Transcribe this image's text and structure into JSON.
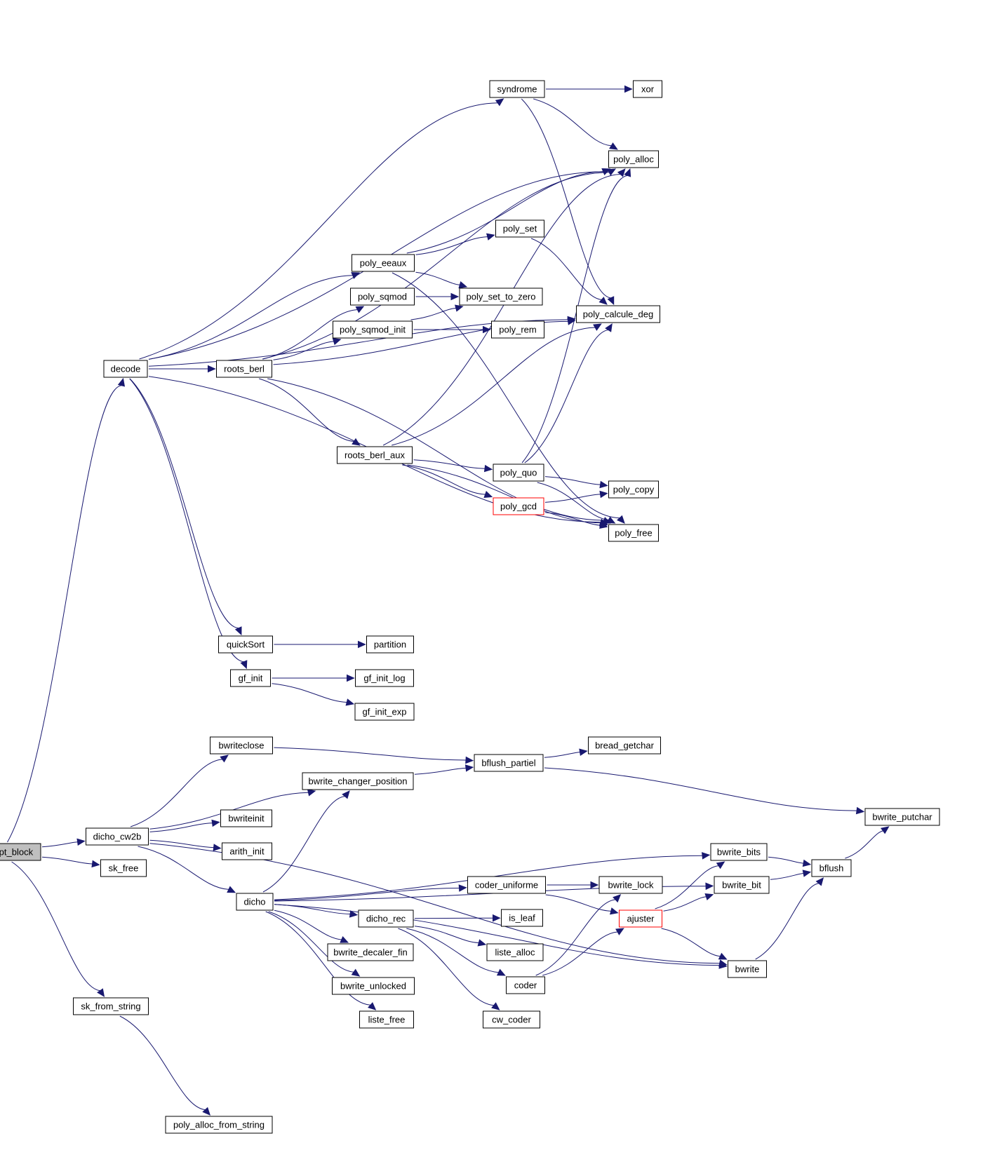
{
  "colors": {
    "edge": "#191970",
    "root_fill": "#bfbfbf",
    "truncated_border": "#ff0000"
  },
  "nodes": [
    {
      "id": "decrypt_block",
      "label": "decrypt_block",
      "style": "root"
    },
    {
      "id": "decode",
      "label": "decode"
    },
    {
      "id": "dicho_cw2b",
      "label": "dicho_cw2b"
    },
    {
      "id": "sk_free",
      "label": "sk_free"
    },
    {
      "id": "sk_from_string",
      "label": "sk_from_string"
    },
    {
      "id": "poly_alloc_from_string",
      "label": "poly_alloc_from_string"
    },
    {
      "id": "syndrome",
      "label": "syndrome"
    },
    {
      "id": "xor",
      "label": "xor"
    },
    {
      "id": "poly_alloc",
      "label": "poly_alloc"
    },
    {
      "id": "poly_set",
      "label": "poly_set"
    },
    {
      "id": "poly_eeaux",
      "label": "poly_eeaux"
    },
    {
      "id": "poly_sqmod",
      "label": "poly_sqmod"
    },
    {
      "id": "poly_set_to_zero",
      "label": "poly_set_to_zero"
    },
    {
      "id": "poly_calcule_deg",
      "label": "poly_calcule_deg"
    },
    {
      "id": "poly_sqmod_init",
      "label": "poly_sqmod_init"
    },
    {
      "id": "poly_rem",
      "label": "poly_rem"
    },
    {
      "id": "roots_berl",
      "label": "roots_berl"
    },
    {
      "id": "roots_berl_aux",
      "label": "roots_berl_aux"
    },
    {
      "id": "poly_quo",
      "label": "poly_quo"
    },
    {
      "id": "poly_copy",
      "label": "poly_copy"
    },
    {
      "id": "poly_gcd",
      "label": "poly_gcd",
      "style": "truncated"
    },
    {
      "id": "poly_free",
      "label": "poly_free"
    },
    {
      "id": "quickSort",
      "label": "quickSort"
    },
    {
      "id": "partition",
      "label": "partition"
    },
    {
      "id": "gf_init",
      "label": "gf_init"
    },
    {
      "id": "gf_init_log",
      "label": "gf_init_log"
    },
    {
      "id": "gf_init_exp",
      "label": "gf_init_exp"
    },
    {
      "id": "bwriteclose",
      "label": "bwriteclose"
    },
    {
      "id": "bflush_partiel",
      "label": "bflush_partiel"
    },
    {
      "id": "bread_getchar",
      "label": "bread_getchar"
    },
    {
      "id": "bwrite_changer_position",
      "label": "bwrite_changer_position"
    },
    {
      "id": "bwrite_putchar",
      "label": "bwrite_putchar"
    },
    {
      "id": "bwriteinit",
      "label": "bwriteinit"
    },
    {
      "id": "arith_init",
      "label": "arith_init"
    },
    {
      "id": "dicho",
      "label": "dicho"
    },
    {
      "id": "bwrite_bits",
      "label": "bwrite_bits"
    },
    {
      "id": "bflush",
      "label": "bflush"
    },
    {
      "id": "bwrite_bit",
      "label": "bwrite_bit"
    },
    {
      "id": "coder_uniforme",
      "label": "coder_uniforme"
    },
    {
      "id": "bwrite_lock",
      "label": "bwrite_lock"
    },
    {
      "id": "ajuster",
      "label": "ajuster",
      "style": "truncated"
    },
    {
      "id": "dicho_rec",
      "label": "dicho_rec"
    },
    {
      "id": "is_leaf",
      "label": "is_leaf"
    },
    {
      "id": "liste_alloc",
      "label": "liste_alloc"
    },
    {
      "id": "bwrite_decaler_fin",
      "label": "bwrite_decaler_fin"
    },
    {
      "id": "coder",
      "label": "coder"
    },
    {
      "id": "bwrite",
      "label": "bwrite"
    },
    {
      "id": "bwrite_unlocked",
      "label": "bwrite_unlocked"
    },
    {
      "id": "liste_free",
      "label": "liste_free"
    },
    {
      "id": "cw_coder",
      "label": "cw_coder"
    }
  ],
  "edges": [
    [
      "decrypt_block",
      "decode"
    ],
    [
      "decrypt_block",
      "dicho_cw2b"
    ],
    [
      "decrypt_block",
      "sk_free"
    ],
    [
      "decrypt_block",
      "sk_from_string"
    ],
    [
      "sk_from_string",
      "poly_alloc_from_string"
    ],
    [
      "decode",
      "syndrome"
    ],
    [
      "decode",
      "poly_alloc"
    ],
    [
      "decode",
      "poly_eeaux"
    ],
    [
      "decode",
      "poly_calcule_deg"
    ],
    [
      "decode",
      "roots_berl"
    ],
    [
      "decode",
      "poly_free"
    ],
    [
      "decode",
      "quickSort"
    ],
    [
      "decode",
      "gf_init"
    ],
    [
      "syndrome",
      "xor"
    ],
    [
      "syndrome",
      "poly_alloc"
    ],
    [
      "syndrome",
      "poly_calcule_deg"
    ],
    [
      "poly_eeaux",
      "poly_set"
    ],
    [
      "poly_eeaux",
      "poly_alloc"
    ],
    [
      "poly_eeaux",
      "poly_set_to_zero"
    ],
    [
      "poly_eeaux",
      "poly_free"
    ],
    [
      "poly_set",
      "poly_calcule_deg"
    ],
    [
      "poly_sqmod",
      "poly_set_to_zero"
    ],
    [
      "poly_sqmod_init",
      "poly_set_to_zero"
    ],
    [
      "poly_sqmod_init",
      "poly_rem"
    ],
    [
      "roots_berl",
      "poly_sqmod"
    ],
    [
      "roots_berl",
      "poly_sqmod_init"
    ],
    [
      "roots_berl",
      "poly_alloc"
    ],
    [
      "roots_berl",
      "poly_calcule_deg"
    ],
    [
      "roots_berl",
      "roots_berl_aux"
    ],
    [
      "roots_berl",
      "poly_free"
    ],
    [
      "roots_berl_aux",
      "poly_alloc"
    ],
    [
      "roots_berl_aux",
      "poly_calcule_deg"
    ],
    [
      "roots_berl_aux",
      "poly_quo"
    ],
    [
      "roots_berl_aux",
      "poly_gcd"
    ],
    [
      "roots_berl_aux",
      "poly_free"
    ],
    [
      "poly_quo",
      "poly_alloc"
    ],
    [
      "poly_quo",
      "poly_calcule_deg"
    ],
    [
      "poly_quo",
      "poly_copy"
    ],
    [
      "poly_quo",
      "poly_free"
    ],
    [
      "poly_gcd",
      "poly_copy"
    ],
    [
      "poly_gcd",
      "poly_free"
    ],
    [
      "quickSort",
      "partition"
    ],
    [
      "gf_init",
      "gf_init_log"
    ],
    [
      "gf_init",
      "gf_init_exp"
    ],
    [
      "dicho_cw2b",
      "bwriteclose"
    ],
    [
      "dicho_cw2b",
      "bwrite_changer_position"
    ],
    [
      "dicho_cw2b",
      "bwriteinit"
    ],
    [
      "dicho_cw2b",
      "arith_init"
    ],
    [
      "dicho_cw2b",
      "dicho"
    ],
    [
      "dicho_cw2b",
      "bwrite"
    ],
    [
      "bwriteclose",
      "bflush_partiel"
    ],
    [
      "bflush_partiel",
      "bread_getchar"
    ],
    [
      "bflush_partiel",
      "bwrite_putchar"
    ],
    [
      "bwrite_changer_position",
      "bflush_partiel"
    ],
    [
      "dicho",
      "bwrite_changer_position"
    ],
    [
      "dicho",
      "bwrite_bits"
    ],
    [
      "dicho",
      "bwrite_bit"
    ],
    [
      "dicho",
      "coder_uniforme"
    ],
    [
      "dicho",
      "dicho_rec"
    ],
    [
      "dicho",
      "bwrite_decaler_fin"
    ],
    [
      "dicho",
      "bwrite_unlocked"
    ],
    [
      "dicho",
      "liste_free"
    ],
    [
      "dicho",
      "bwrite"
    ],
    [
      "coder_uniforme",
      "bwrite_lock"
    ],
    [
      "coder_uniforme",
      "ajuster"
    ],
    [
      "dicho_rec",
      "is_leaf"
    ],
    [
      "dicho_rec",
      "liste_alloc"
    ],
    [
      "dicho_rec",
      "coder"
    ],
    [
      "dicho_rec",
      "cw_coder"
    ],
    [
      "coder",
      "bwrite_lock"
    ],
    [
      "coder",
      "ajuster"
    ],
    [
      "ajuster",
      "bwrite_bits"
    ],
    [
      "ajuster",
      "bwrite_bit"
    ],
    [
      "ajuster",
      "bwrite"
    ],
    [
      "bwrite_bits",
      "bflush"
    ],
    [
      "bwrite_bit",
      "bflush"
    ],
    [
      "bwrite",
      "bflush"
    ],
    [
      "bflush",
      "bwrite_putchar"
    ]
  ]
}
